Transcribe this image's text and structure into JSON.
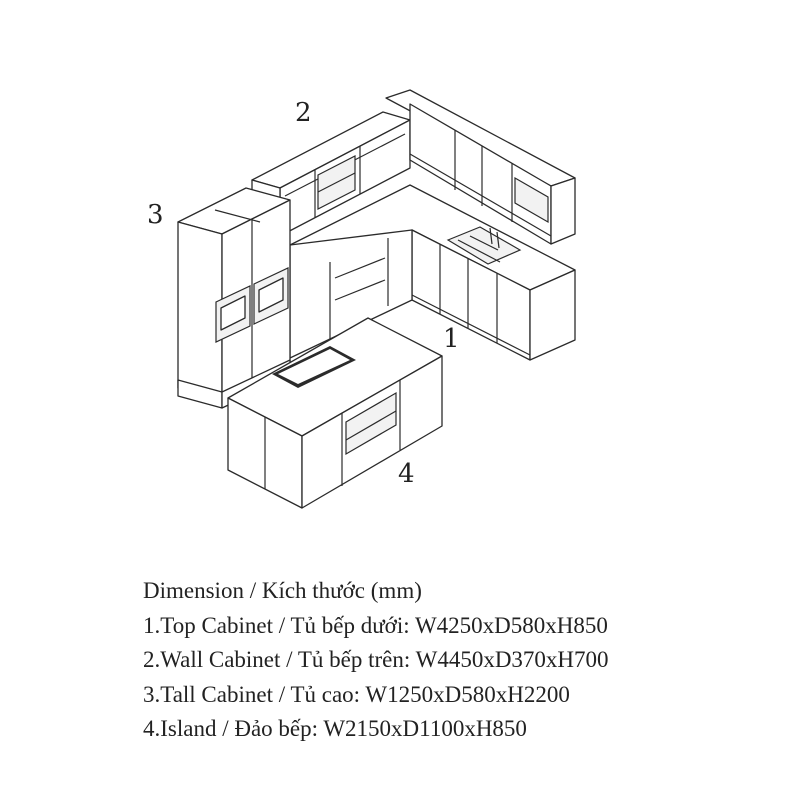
{
  "callouts": {
    "top_cabinet": "1",
    "wall_cabinet": "2",
    "tall_cabinet": "3",
    "island": "4"
  },
  "legend": {
    "heading": "Dimension / Kích thước (mm)",
    "items": [
      "1.Top Cabinet / Tủ bếp dưới: W4250xD580xH850",
      "2.Wall Cabinet / Tủ bếp trên: W4450xD370xH700",
      "3.Tall Cabinet / Tủ cao: W1250xD580xH2200",
      "4.Island / Đảo bếp: W2150xD1100xH850"
    ]
  }
}
